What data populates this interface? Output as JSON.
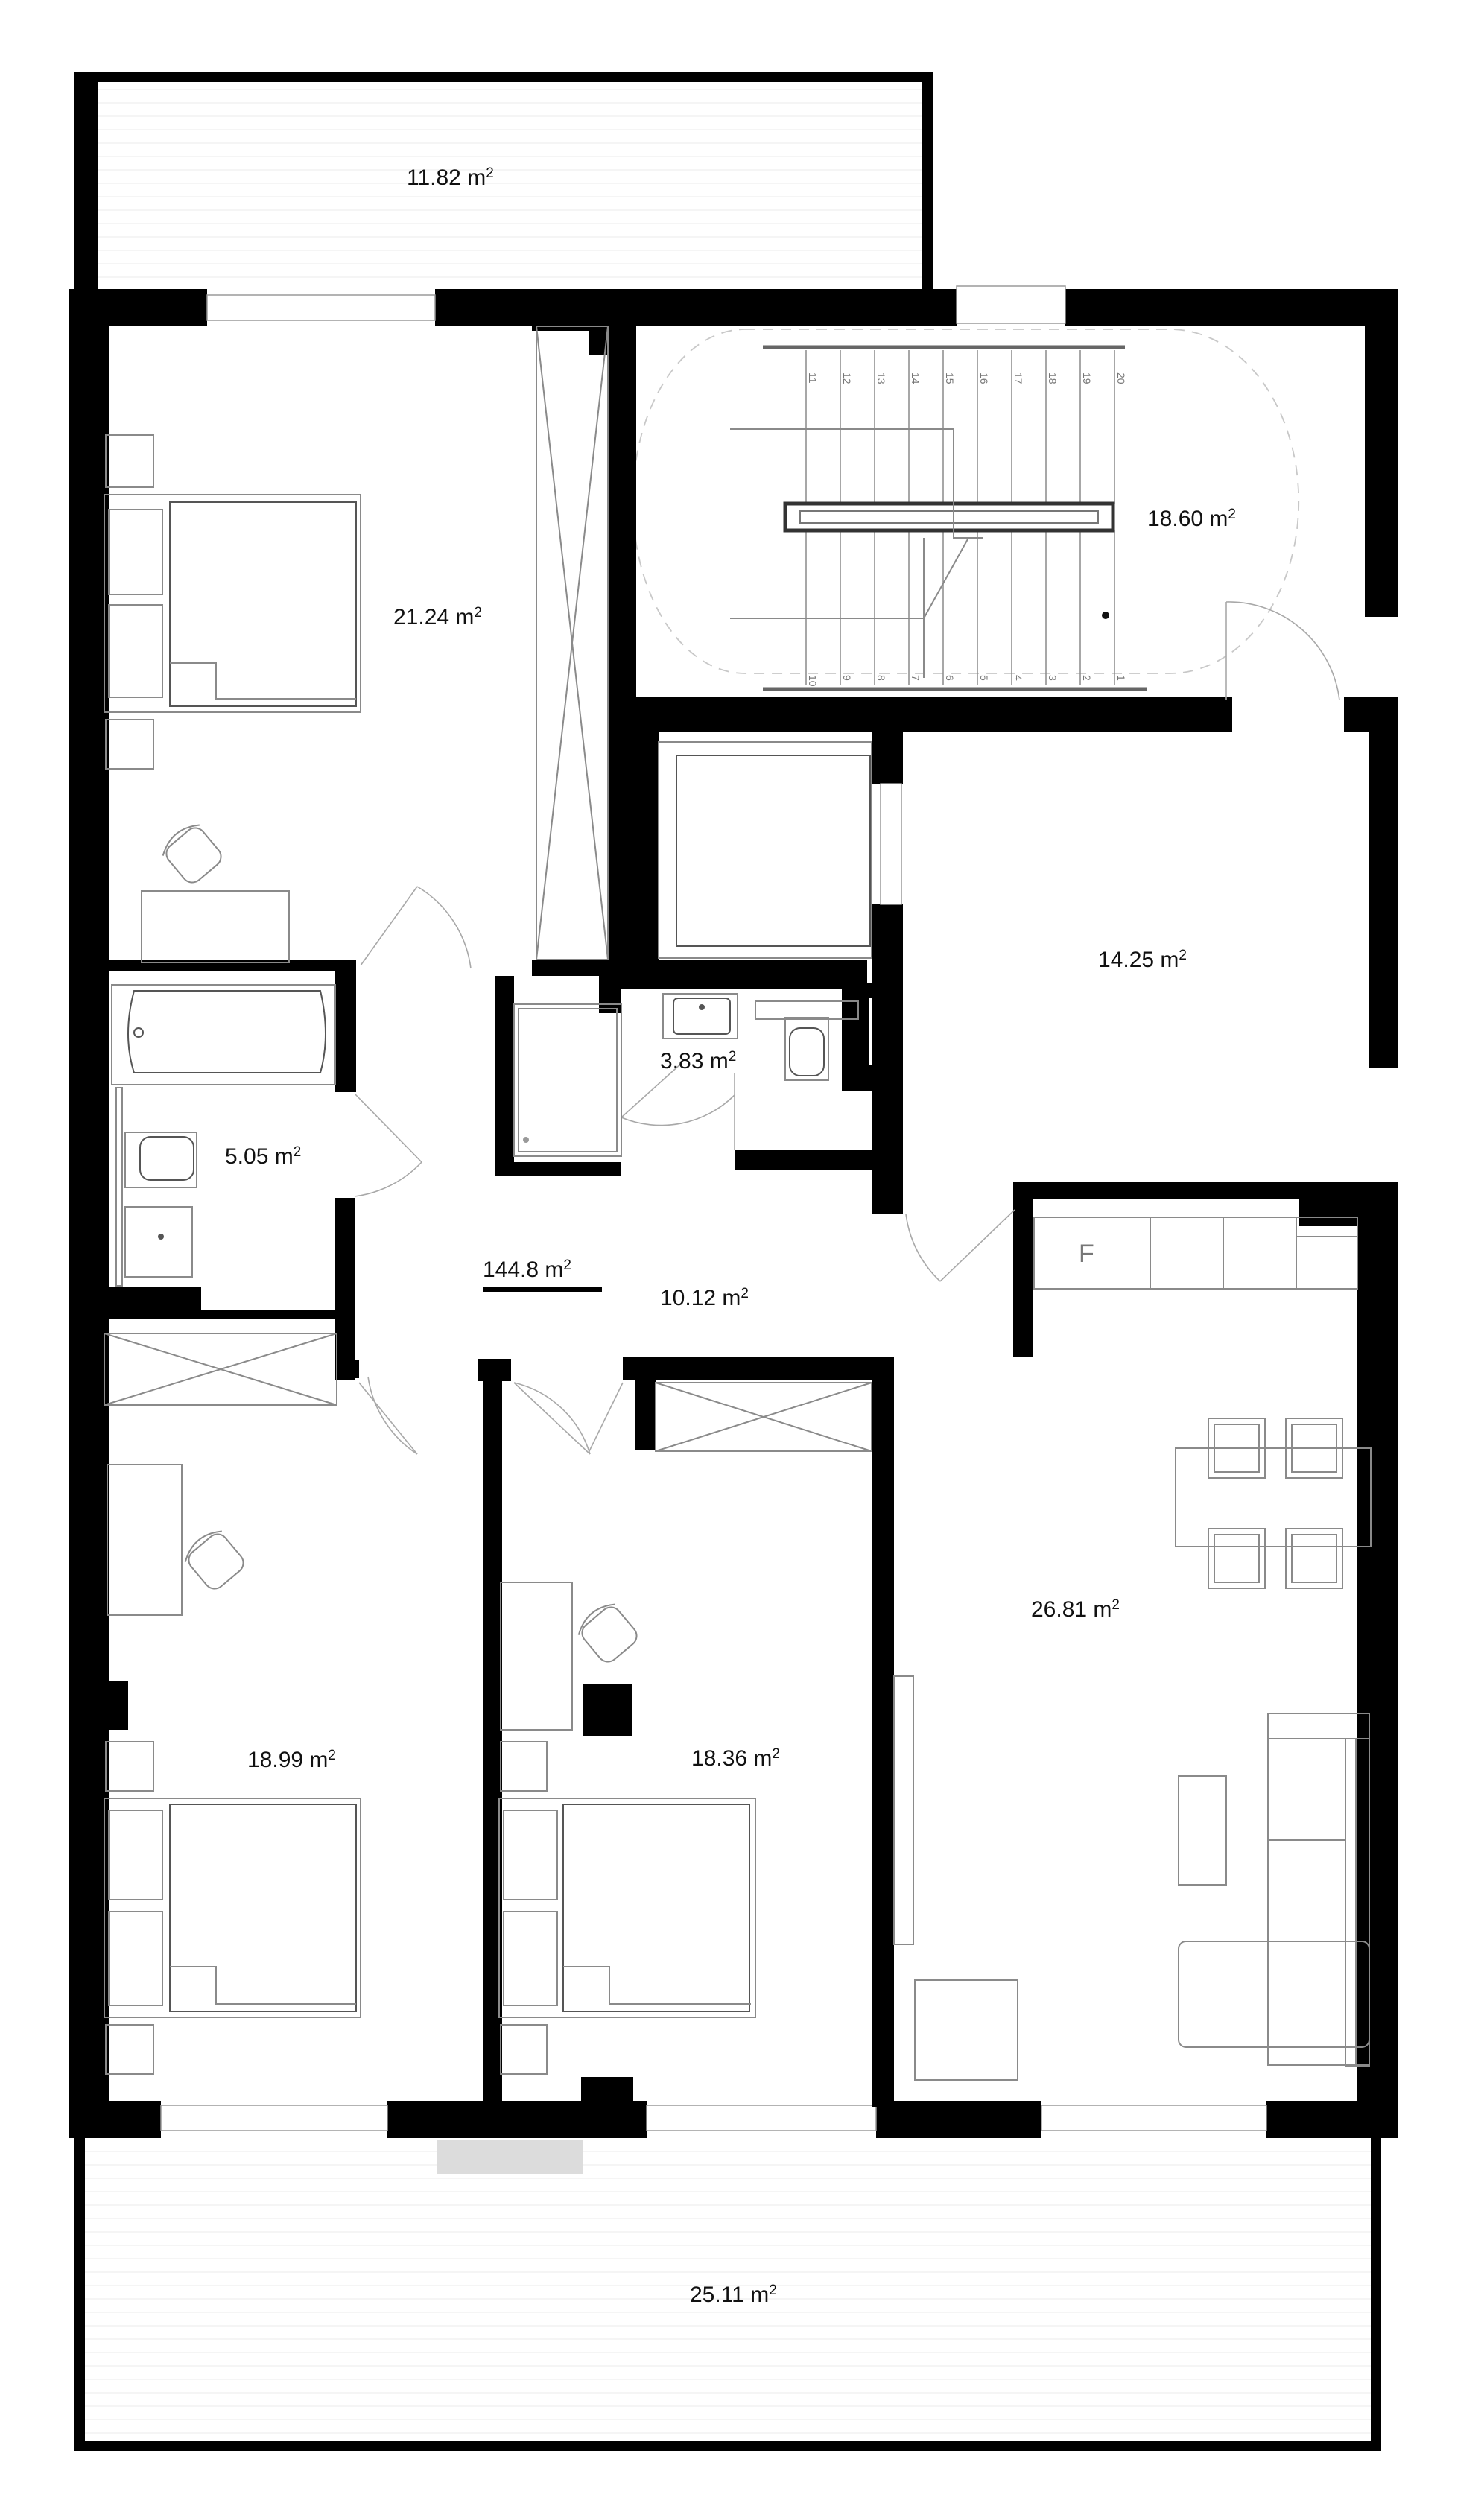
{
  "plan": {
    "total_area": "144.8",
    "unit": "m",
    "unit_exp": "2",
    "rooms": [
      {
        "id": "balcony-top",
        "area": "11.82"
      },
      {
        "id": "bedroom-1",
        "area": "21.24"
      },
      {
        "id": "staircase",
        "area": "18.60"
      },
      {
        "id": "hall-east",
        "area": "14.25"
      },
      {
        "id": "wc",
        "area": "3.83"
      },
      {
        "id": "bathroom",
        "area": "5.05"
      },
      {
        "id": "corridor",
        "area": "10.12"
      },
      {
        "id": "bedroom-2",
        "area": "18.99"
      },
      {
        "id": "bedroom-3",
        "area": "18.36"
      },
      {
        "id": "living-room",
        "area": "26.81"
      },
      {
        "id": "balcony-bottom",
        "area": "25.11"
      }
    ],
    "fridge_label": "F",
    "stair_numbers_top": [
      "11",
      "12",
      "13",
      "14",
      "15",
      "16",
      "17",
      "18",
      "19",
      "20"
    ],
    "stair_numbers_bottom": [
      "10",
      "9",
      "8",
      "7",
      "6",
      "5",
      "4",
      "3",
      "2",
      "1"
    ]
  }
}
